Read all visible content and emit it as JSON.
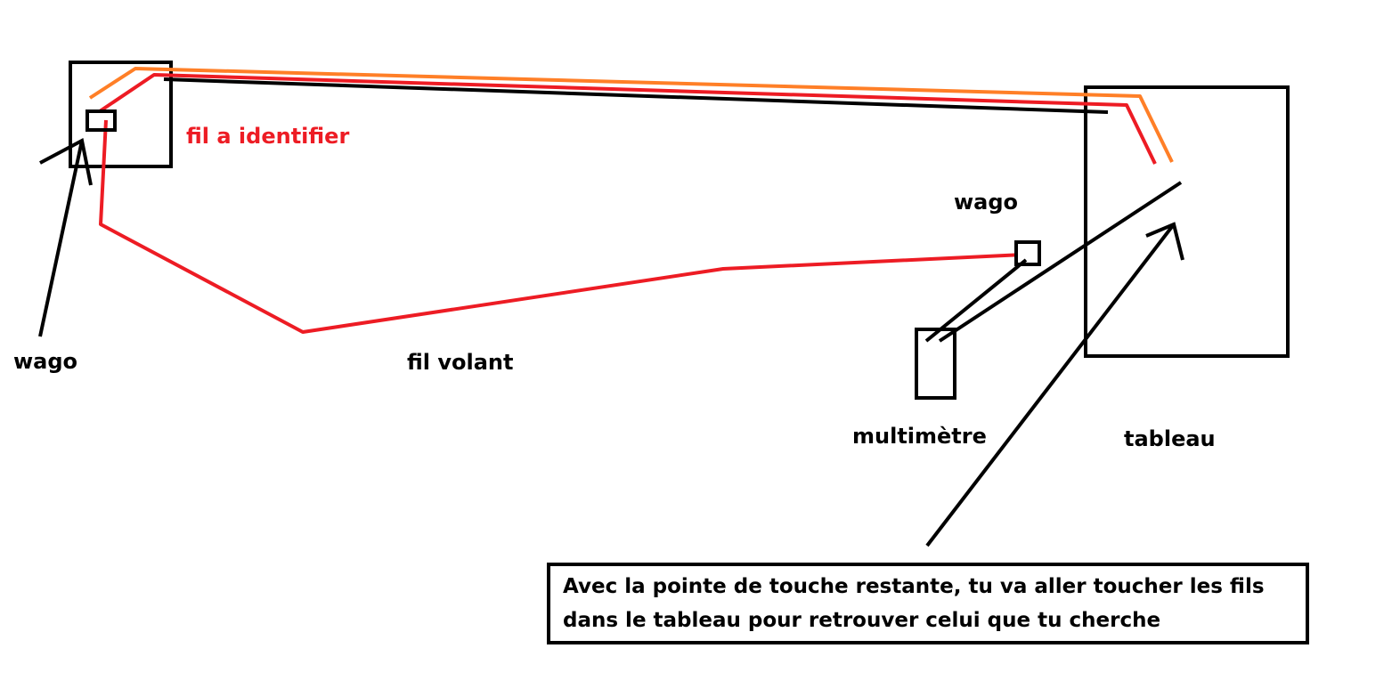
{
  "colors": {
    "ink": "#000000",
    "wire_red": "#ed1c24",
    "wire_orange": "#ff7f27",
    "background": "#ffffff"
  },
  "labels": {
    "fil_a_identifier": "fil a identifier",
    "wago_left": "wago",
    "wago_right": "wago",
    "fil_volant": "fil volant",
    "multimetre": "multimètre",
    "tableau": "tableau"
  },
  "note": {
    "line1": "Avec la pointe de touche restante, tu va aller toucher les fils",
    "line2": "dans le tableau pour retrouver celui que tu cherche"
  }
}
